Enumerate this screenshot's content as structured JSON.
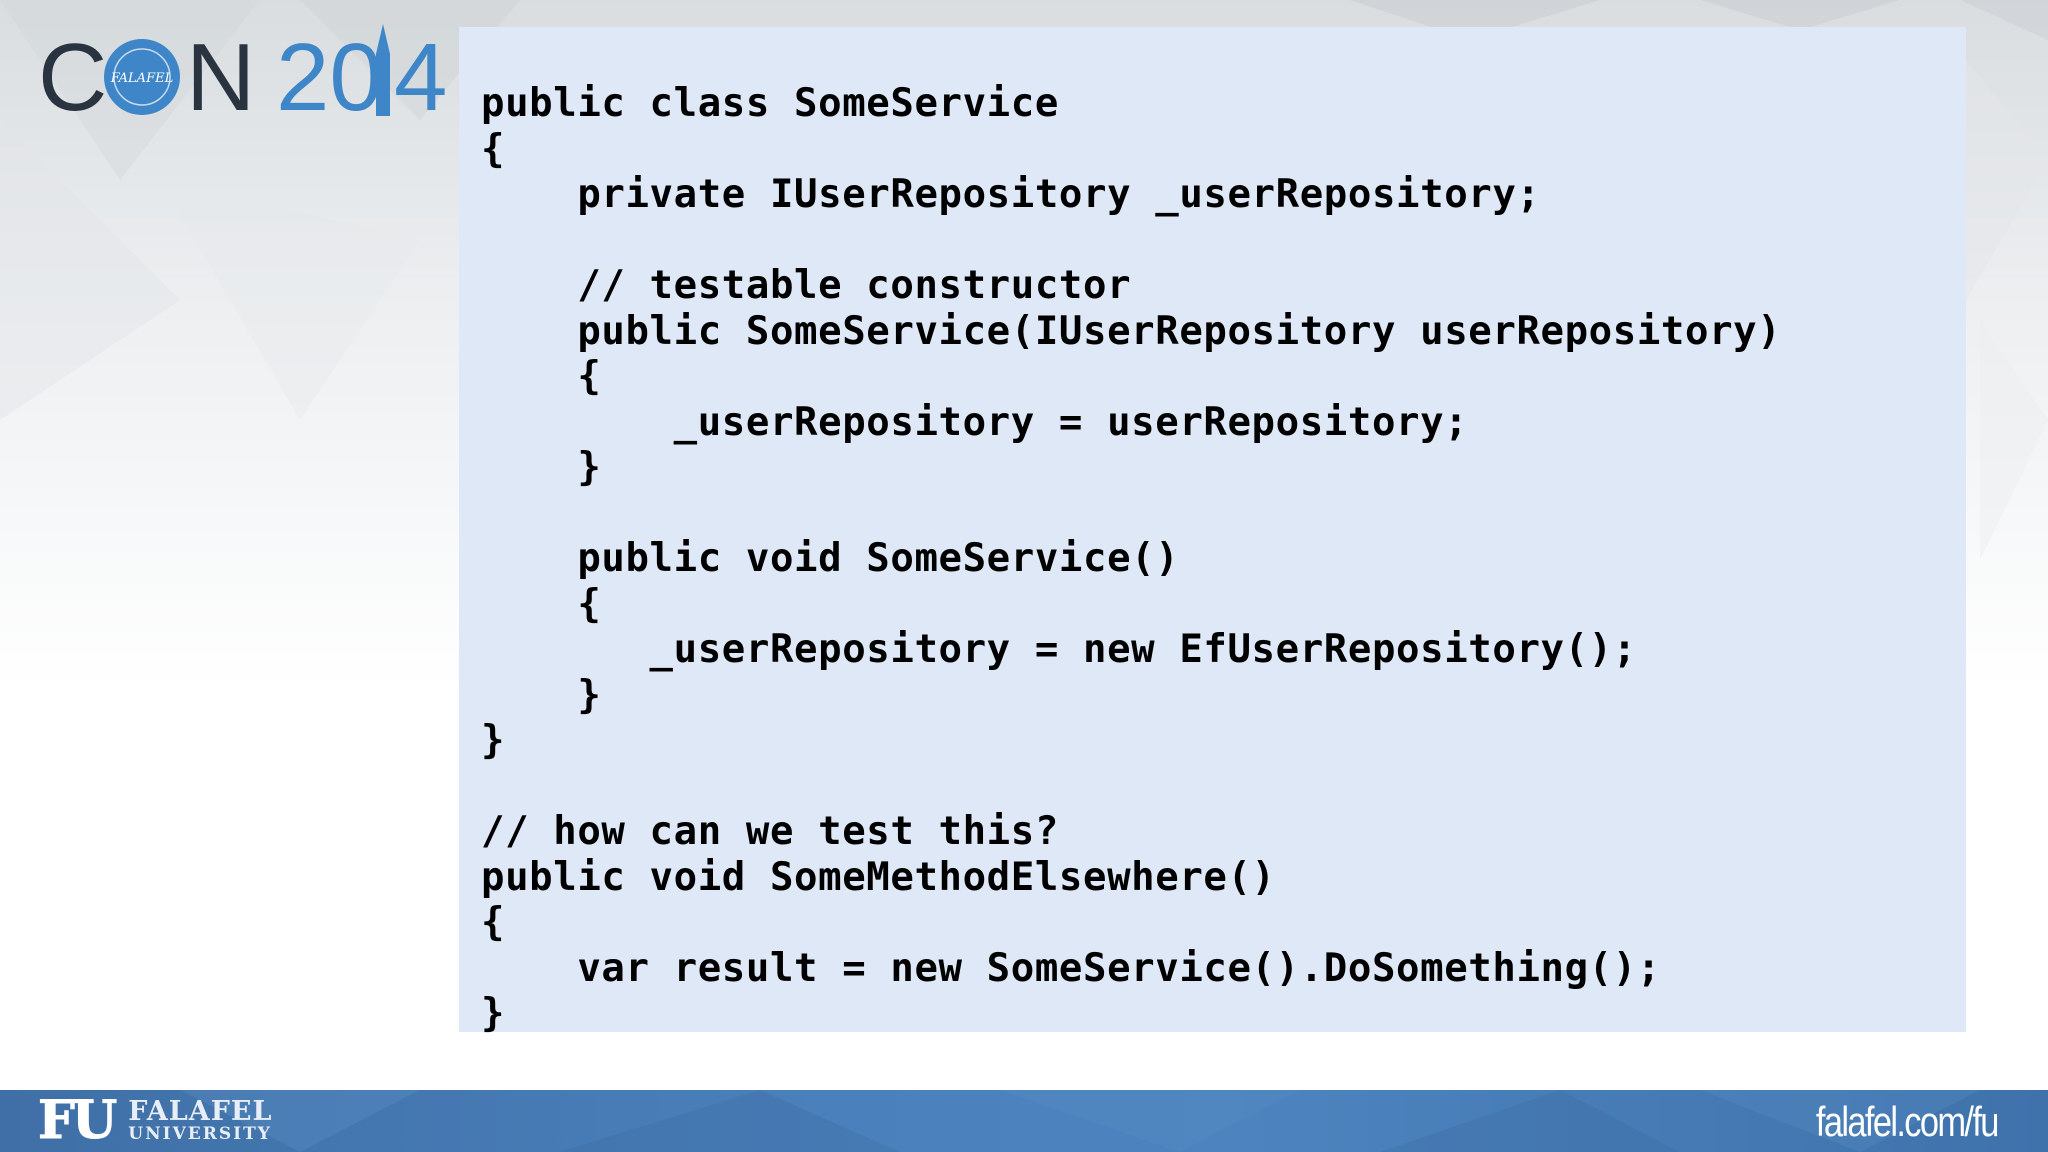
{
  "slide": {
    "background_color": "#ffffff",
    "panel_color": "#dfe8f6",
    "footer_color": "#4a80bb"
  },
  "logo": {
    "text_left": "C",
    "text_right": "N",
    "year_a": "20",
    "year_b": "4",
    "badge_text": "FALAFEL",
    "text_color": "#2a3440",
    "accent_color": "#3e86c7"
  },
  "code": {
    "lines": [
      "public class SomeService",
      "{",
      "    private IUserRepository _userRepository;",
      "",
      "    // testable constructor",
      "    public SomeService(IUserRepository userRepository)",
      "    {",
      "        _userRepository = userRepository;",
      "    }",
      "",
      "    public void SomeService()",
      "    {",
      "       _userRepository = new EfUserRepository();",
      "    }",
      "}",
      "",
      "// how can we test this?",
      "public void SomeMethodElsewhere()",
      "{",
      "    var result = new SomeService().DoSomething();",
      "}"
    ]
  },
  "footer": {
    "brand_mark": "FU",
    "brand_name": "FALAFEL",
    "brand_sub": "UNIVERSITY",
    "url": "falafel.com/fu"
  }
}
